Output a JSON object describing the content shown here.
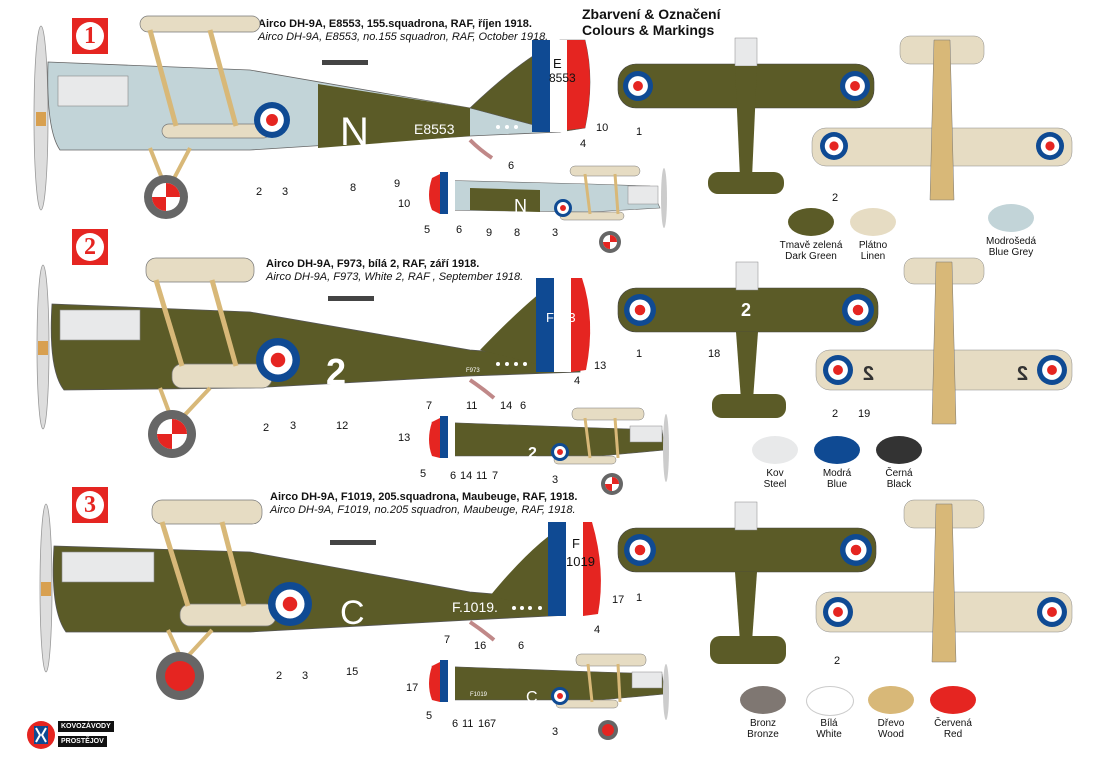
{
  "title": {
    "cz": "Zbarvení & Označení",
    "en": "Colours & Markings"
  },
  "schemes": [
    {
      "badge": "1",
      "cz": "Airco DH-9A, E8553, 155.squadrona, RAF, říjen 1918.",
      "en": "Airco DH-9A, E8553, no.155 squadron, RAF, October 1918.",
      "fuselage_letter": "N",
      "fuselage_serial": "E8553",
      "fin_letter": "E",
      "fin_serial": "8553"
    },
    {
      "badge": "2",
      "cz": "Airco DH-9A, F973, bílá 2, RAF, září 1918.",
      "en": "Airco DH-9A, F973, White 2, RAF , September 1918.",
      "fuselage_letter": "2",
      "fuselage_serial": "F973",
      "fin_letter": "",
      "fin_serial": "F973",
      "wing_code": "2",
      "under_code": "2"
    },
    {
      "badge": "3",
      "cz": "Airco DH-9A, F1019, 205.squadrona, Maubeuge, RAF, 1918.",
      "en": "Airco DH-9A, F1019, no.205 squadron, Maubeuge, RAF, 1918.",
      "fuselage_letter": "C",
      "fuselage_serial": "F.1019.",
      "fin_letter": "F",
      "fin_serial": "1019",
      "small_serial": "F1019"
    }
  ],
  "callouts": {
    "s1_side": [
      "1",
      "2",
      "3",
      "8",
      "9",
      "6",
      "4",
      "10"
    ],
    "s1_small": [
      "10",
      "5",
      "6",
      "9",
      "8",
      "3"
    ],
    "s1_top": [
      "1"
    ],
    "s1_bottom": [
      "2"
    ],
    "s2_side": [
      "2",
      "3",
      "12",
      "7",
      "11",
      "14",
      "6",
      "4",
      "13"
    ],
    "s2_small": [
      "13",
      "5",
      "6",
      "14",
      "11",
      "7",
      "3"
    ],
    "s2_top": [
      "1",
      "18"
    ],
    "s2_bottom": [
      "2",
      "19"
    ],
    "s3_side": [
      "2",
      "3",
      "15",
      "7",
      "16",
      "6",
      "4",
      "17"
    ],
    "s3_small": [
      "17",
      "5",
      "6",
      "11",
      "16",
      "7",
      "3"
    ],
    "s3_top": [
      "1"
    ],
    "s3_bottom": [
      "2"
    ]
  },
  "swatches": [
    {
      "cz": "Tmavě zelená",
      "en": "Dark Green",
      "color": "#5b5b27"
    },
    {
      "cz": "Plátno",
      "en": "Linen",
      "color": "#e6dcc3"
    },
    {
      "cz": "Modrošedá",
      "en": "Blue Grey",
      "color": "#c2d4d8"
    },
    {
      "cz": "Kov",
      "en": "Steel",
      "color": "#e8e9ea"
    },
    {
      "cz": "Modrá",
      "en": "Blue",
      "color": "#0f4a93"
    },
    {
      "cz": "Černá",
      "en": "Black",
      "color": "#333333"
    },
    {
      "cz": "Bronz",
      "en": "Bronze",
      "color": "#7f7772"
    },
    {
      "cz": "Bílá",
      "en": "White",
      "color": "#ffffff"
    },
    {
      "cz": "Dřevo",
      "en": "Wood",
      "color": "#d8b878"
    },
    {
      "cz": "Červená",
      "en": "Red",
      "color": "#e52521"
    }
  ],
  "logo": {
    "line1": "KOVOZÁVODY",
    "line2": "PROSTĚJOV"
  },
  "colors": {
    "olive": "#5b5b27",
    "linen": "#e6dcc3",
    "bluegrey": "#c2d4d8",
    "steel": "#e8e9ea",
    "blue": "#0f4a93",
    "red": "#e52521",
    "wood": "#d8b878"
  }
}
